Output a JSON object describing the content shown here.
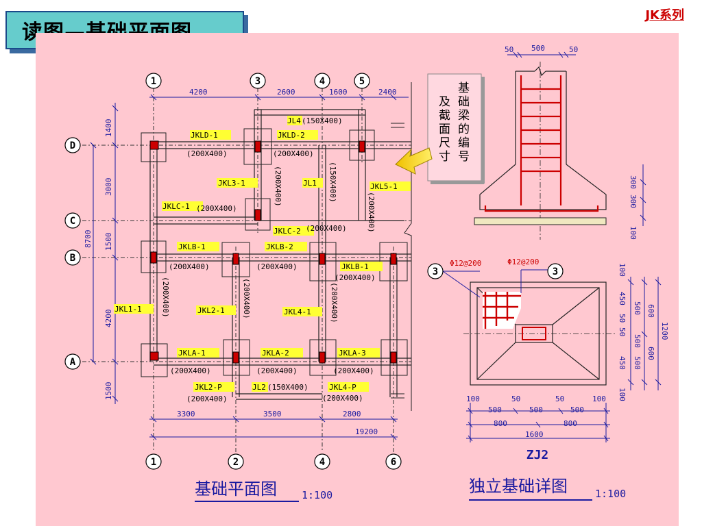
{
  "title": "读图—基础平面图",
  "brand": "JK系列",
  "callout": "基础梁的编号及截面尺寸",
  "plan": {
    "caption": "基础平面图",
    "scale": "1:100",
    "axes_top": [
      "1",
      "3",
      "4",
      "5"
    ],
    "axes_bottom": [
      "1",
      "2",
      "4",
      "6"
    ],
    "axes_left": [
      "D",
      "C",
      "B",
      "A"
    ],
    "dims_top": [
      "4200",
      "2600",
      "1600",
      "2400"
    ],
    "dims_bottom": [
      "3300",
      "3500",
      "2800"
    ],
    "dim_total": "19200",
    "dims_left": [
      "1400",
      "3000",
      "1500",
      "4200",
      "1500"
    ],
    "dim_left_total": "8700",
    "beams": [
      {
        "name": "JL4",
        "size": "(150X400)"
      },
      {
        "name": "JKLD-1",
        "size": "(200X400)"
      },
      {
        "name": "JKLD-2",
        "size": "(200X400)"
      },
      {
        "name": "JKL3-1",
        "size": "(200X400)"
      },
      {
        "name": "JL1",
        "size": "(150X400)"
      },
      {
        "name": "JKL5-1",
        "size": "(200X400)"
      },
      {
        "name": "JKLC-1",
        "size": "(200X400)"
      },
      {
        "name": "JKLC-2",
        "size": "(200X400)"
      },
      {
        "name": "JKLB-1",
        "size": "(200X400)"
      },
      {
        "name": "JKLB-2",
        "size": "(200X400)"
      },
      {
        "name": "JKLB-1",
        "size": "(200X400)"
      },
      {
        "name": "JKL1-1",
        "size": "(200X400)"
      },
      {
        "name": "JKL2-1",
        "size": "(200X400)"
      },
      {
        "name": "JKL4-1",
        "size": "(200X400)"
      },
      {
        "name": "JKLA-1",
        "size": "(200X400)"
      },
      {
        "name": "JKLA-2",
        "size": "(200X400)"
      },
      {
        "name": "JKLA-3",
        "size": "(200X400)"
      },
      {
        "name": "JKL2-P",
        "size": "(200X400)"
      },
      {
        "name": "JL2",
        "size": "(150X400)"
      },
      {
        "name": "JKL4-P",
        "size": "(200X400)"
      }
    ]
  },
  "detail": {
    "caption": "独立基础详图",
    "scale": "1:100",
    "name": "ZJ2",
    "top_dims": [
      "50",
      "500",
      "50"
    ],
    "right_dims_section": [
      "300",
      "300",
      "100"
    ],
    "rebar": [
      "Φ12@200",
      "Φ12@200"
    ],
    "section_mark": "3",
    "bottom_dims_1": [
      "100",
      "50",
      "50",
      "100"
    ],
    "bottom_dims_2": [
      "500",
      "500",
      "500"
    ],
    "bottom_dims_3": [
      "800",
      "800"
    ],
    "bottom_total": "1600",
    "right_dims_1": [
      "100",
      "450",
      "50",
      "50",
      "450",
      "100"
    ],
    "right_dims_2": [
      "500",
      "500",
      "500"
    ],
    "right_dims_3": [
      "600",
      "600"
    ],
    "right_total": "1200"
  }
}
